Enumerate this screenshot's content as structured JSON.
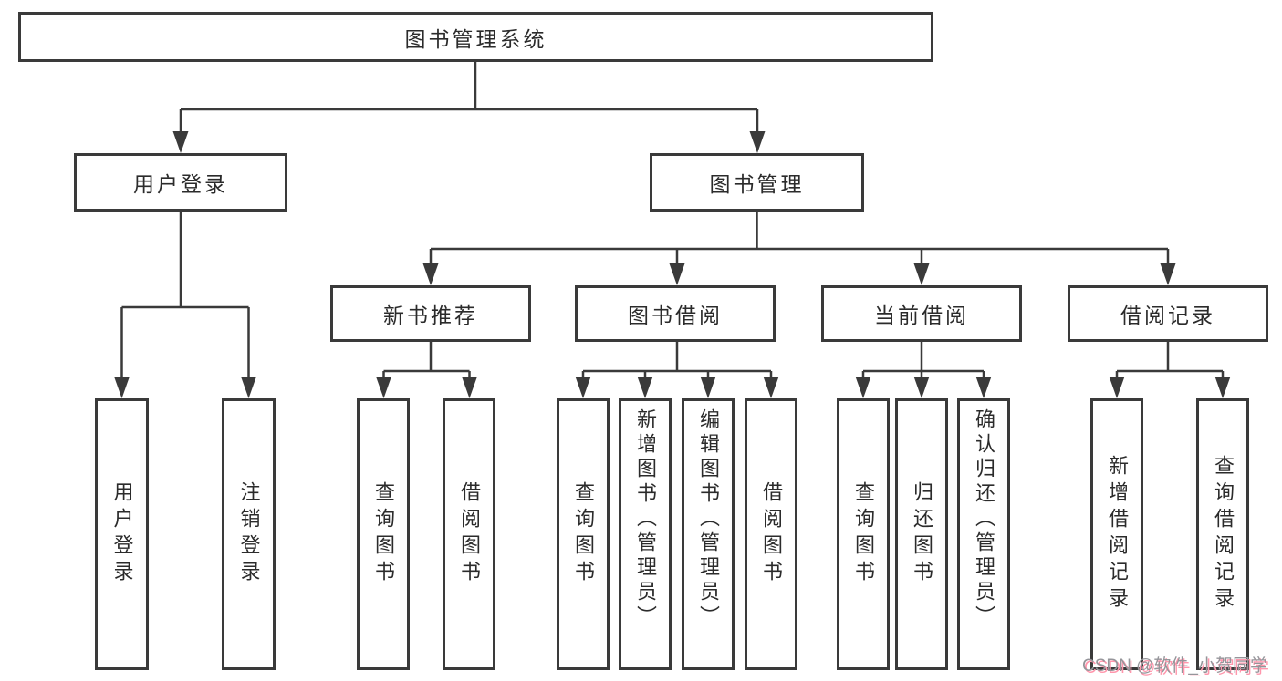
{
  "diagram_type": "hierarchy-tree",
  "tree": {
    "label": "图书管理系统",
    "children": [
      {
        "label": "用户登录",
        "children": [
          {
            "label": "用户登录"
          },
          {
            "label": "注销登录"
          }
        ]
      },
      {
        "label": "图书管理",
        "children": [
          {
            "label": "新书推荐",
            "children": [
              {
                "label": "查询图书"
              },
              {
                "label": "借阅图书"
              }
            ]
          },
          {
            "label": "图书借阅",
            "children": [
              {
                "label": "查询图书"
              },
              {
                "label": "新增图书（管理员）"
              },
              {
                "label": "编辑图书（管理员）"
              },
              {
                "label": "借阅图书"
              }
            ]
          },
          {
            "label": "当前借阅",
            "children": [
              {
                "label": "查询图书"
              },
              {
                "label": "归还图书"
              },
              {
                "label": "确认归还（管理员）"
              }
            ]
          },
          {
            "label": "借阅记录",
            "children": [
              {
                "label": "新增借阅记录"
              },
              {
                "label": "查询借阅记录"
              }
            ]
          }
        ]
      }
    ]
  },
  "watermark": {
    "text": "CSDN @软件_小贺同学"
  },
  "colors": {
    "line": "#3a3a3a",
    "box_border": "#3a3a3a",
    "text": "#2b2b2b",
    "background": "#ffffff",
    "watermark_text": "#95959a",
    "watermark_shadow": "#ff96ac"
  }
}
